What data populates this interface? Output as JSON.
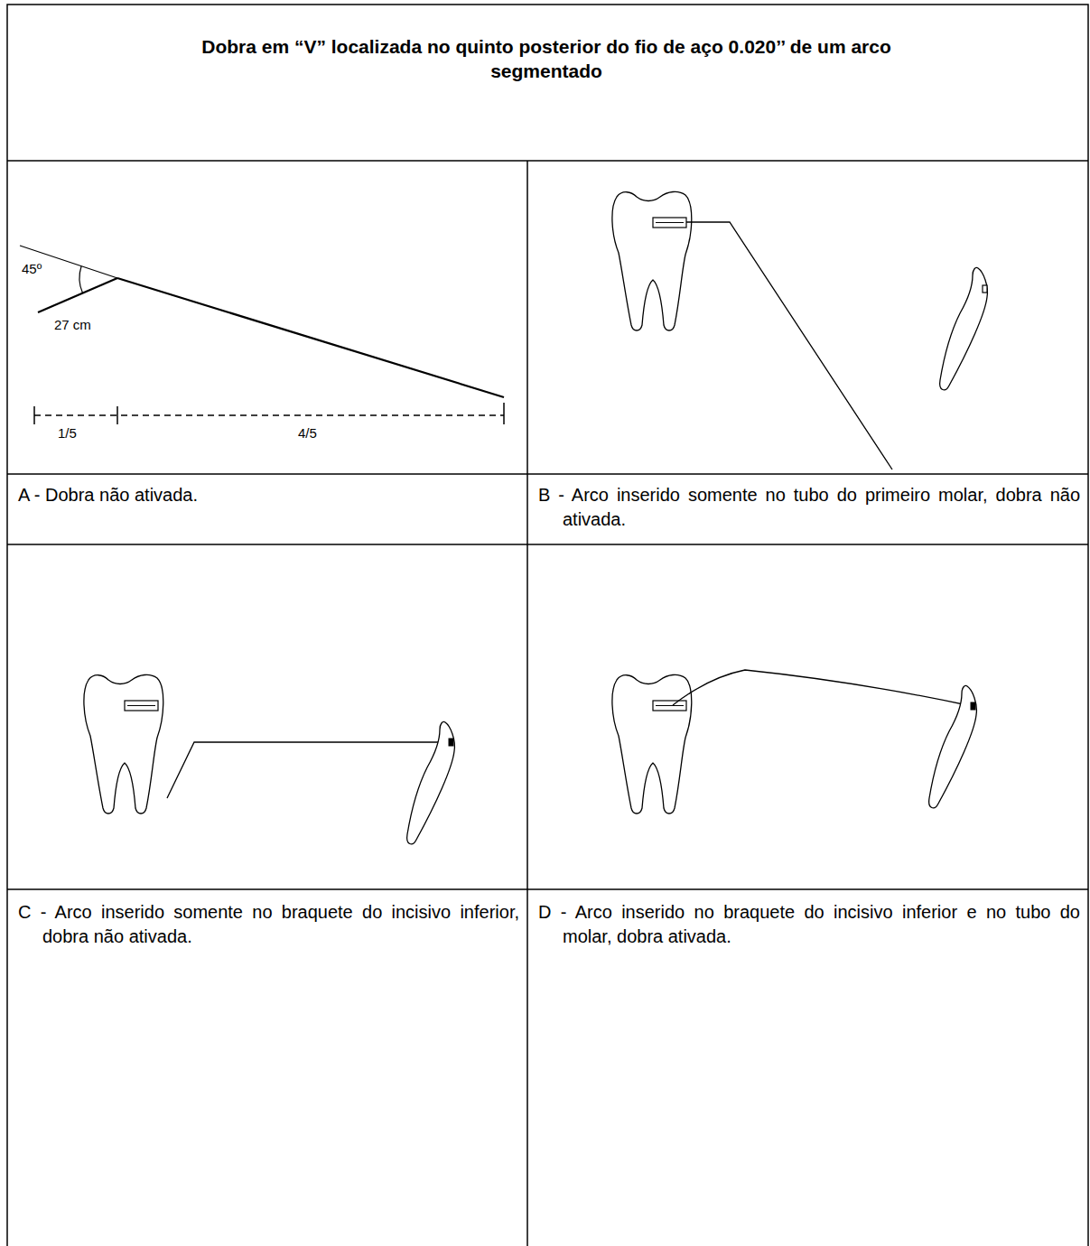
{
  "diagram": {
    "title": "Dobra em “V” localizada no quinto posterior do fio de aço 0.020’’ de um arco segmentado",
    "nodes": [
      {
        "text": [
          "A - Dobra não ativada."
        ]
      },
      {
        "text": [
          "B - Arco inserido somente no tubo do primeiro molar, dobra não ativada."
        ]
      },
      {
        "text": [
          "C - Arco inserido somente no braquete do incisivo inferior, dobra não ativada."
        ]
      },
      {
        "text": [
          "D - Arco inserido no braquete do incisivo inferior e no tubo do molar, dobra ativada."
        ]
      }
    ],
    "labels": [
      "45º",
      "27 cm",
      "1/5",
      "4/5"
    ]
  }
}
